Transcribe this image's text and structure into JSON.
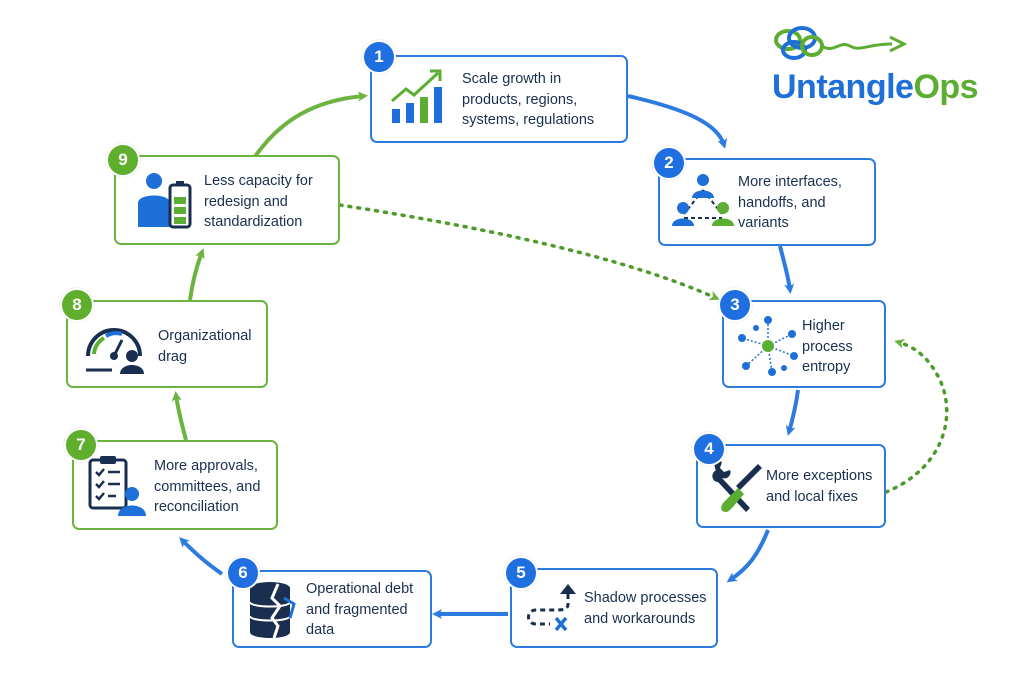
{
  "brand": {
    "word1": "Untangle",
    "word2": "Ops",
    "blue": "#1e70d8",
    "green": "#5cae32"
  },
  "colors": {
    "blue": "#2e7be0",
    "green": "#6cb33f",
    "text": "#1a2f4f"
  },
  "steps": [
    {
      "num": "1",
      "label": "Scale growth in\nproducts, regions,\nsystems, regulations",
      "icon": "growth-chart-icon"
    },
    {
      "num": "2",
      "label": "More interfaces,\nhandoffs, and\nvariants",
      "icon": "network-people-icon"
    },
    {
      "num": "3",
      "label": "Higher\nprocess\nentropy",
      "icon": "scatter-dots-icon"
    },
    {
      "num": "4",
      "label": "More exceptions\nand local fixes",
      "icon": "wrench-screwdriver-icon"
    },
    {
      "num": "5",
      "label": "Shadow processes\nand workarounds",
      "icon": "dashed-path-icon"
    },
    {
      "num": "6",
      "label": "Operational debt\nand fragmented\ndata",
      "icon": "cracked-database-icon"
    },
    {
      "num": "7",
      "label": "More approvals,\ncommittees, and\nreconciliation",
      "icon": "checklist-person-icon"
    },
    {
      "num": "8",
      "label": "Organizational\ndrag",
      "icon": "speedometer-person-icon"
    },
    {
      "num": "9",
      "label": "Less capacity for\nredesign and\nstandardization",
      "icon": "person-battery-icon"
    }
  ]
}
